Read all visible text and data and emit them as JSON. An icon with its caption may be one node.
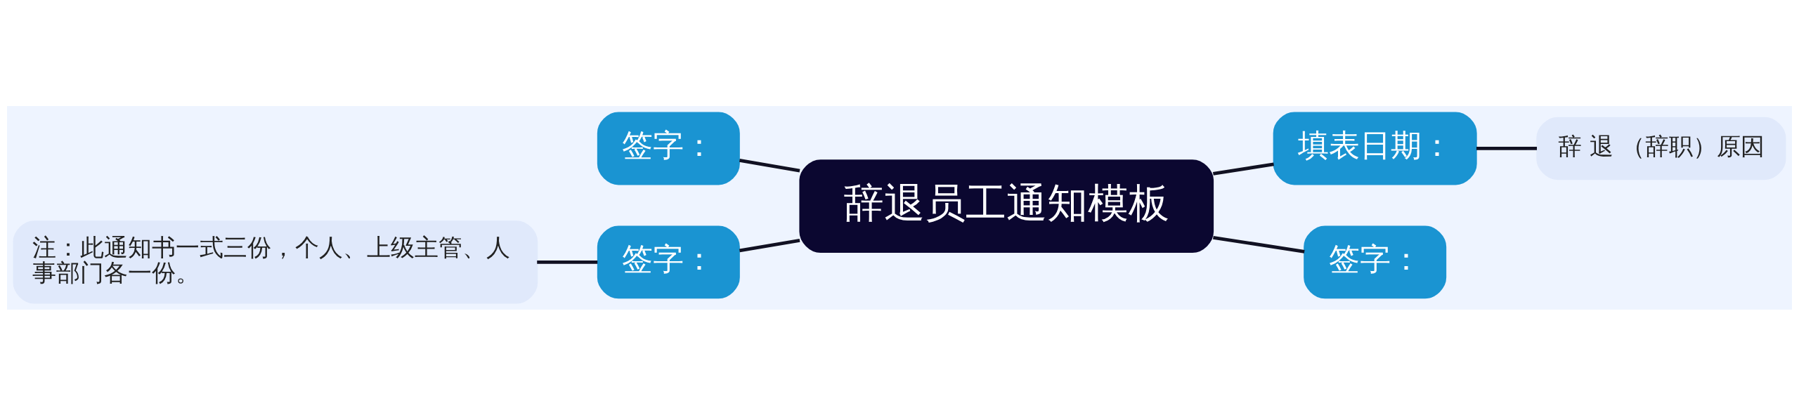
{
  "diagram": {
    "nodes": [
      {
        "text": [
          "辞退员工通知模板"
        ]
      },
      {
        "text": [
          "填表日期："
        ]
      },
      {
        "text": [
          "辞 退 （辞职）原因"
        ]
      },
      {
        "text": [
          "签字："
        ]
      },
      {
        "text": [
          "签字："
        ]
      },
      {
        "text": [
          "签字："
        ]
      },
      {
        "text": [
          "注：此通知书一式三份，个人、上级主管、人事部门各一份。"
        ]
      }
    ],
    "edges": [
      {
        "from": 0,
        "to": 1,
        "arrow": "none"
      },
      {
        "from": 1,
        "to": 2,
        "arrow": "none"
      },
      {
        "from": 0,
        "to": 3,
        "arrow": "none"
      },
      {
        "from": 0,
        "to": 4,
        "arrow": "none"
      },
      {
        "from": 0,
        "to": 5,
        "arrow": "none"
      },
      {
        "from": 5,
        "to": 6,
        "arrow": "none"
      }
    ]
  }
}
